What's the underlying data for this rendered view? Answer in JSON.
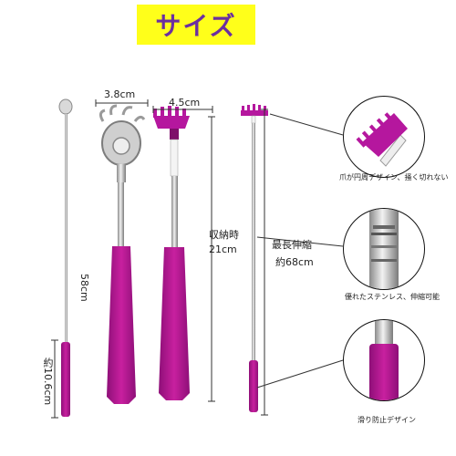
{
  "title": "サイズ",
  "colors": {
    "title_bg": "#ffff1a",
    "title_text": "#6b2fa0",
    "handle": "#b5179e",
    "metal": "#c8c8c8"
  },
  "dimensions": {
    "paw_width": "3.8cm",
    "rake_width": "4.5cm",
    "length_total": "58cm",
    "length_small": "約10.6cm",
    "stored_label": "収納時",
    "stored_value": "21cm",
    "max_label": "最長伸縮",
    "max_value": "約68cm"
  },
  "features": [
    {
      "text": "爪が円周デザイン、掻く切れない",
      "icon": "rake-head-closeup"
    },
    {
      "text": "優れたステンレス、伸縮可能",
      "icon": "telescopic-shaft-closeup"
    },
    {
      "text": "滑り防止デザイン",
      "icon": "handle-grip-closeup"
    }
  ]
}
